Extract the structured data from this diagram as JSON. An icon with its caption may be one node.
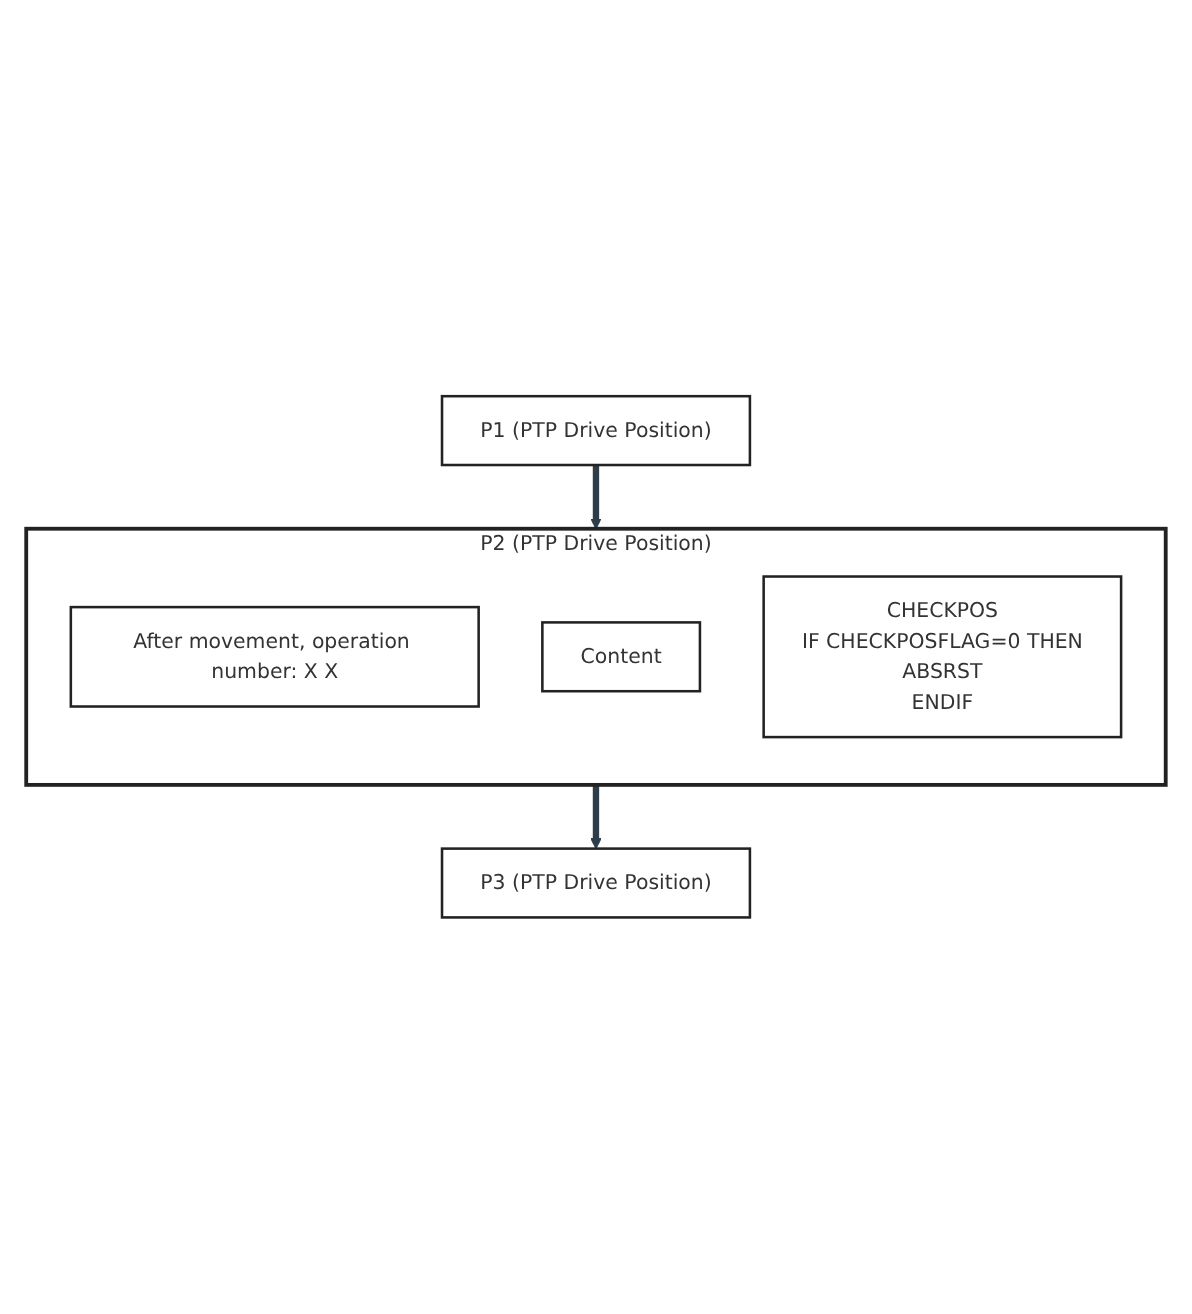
{
  "diagram": {
    "nodes": [
      {
        "text": [
          "P1 (PTP Drive Position)"
        ]
      },
      {
        "text": [
          "P2 (PTP Drive Position)"
        ]
      },
      {
        "text": [
          "After movement, operation number: X X"
        ],
        "in": 1
      },
      {
        "text": [
          "Content"
        ],
        "in": 1
      },
      {
        "text": [
          "CHECKPOS",
          "IF CHECKPOSFLAG=0 THEN",
          "ABSRST",
          "ENDIF"
        ],
        "in": 1
      },
      {
        "text": [
          "P3 (PTP Drive Position)"
        ]
      }
    ],
    "edges": [
      {
        "from": 0,
        "to": 1,
        "arrow": "to"
      },
      {
        "from": 1,
        "to": 5,
        "arrow": "to"
      }
    ]
  }
}
